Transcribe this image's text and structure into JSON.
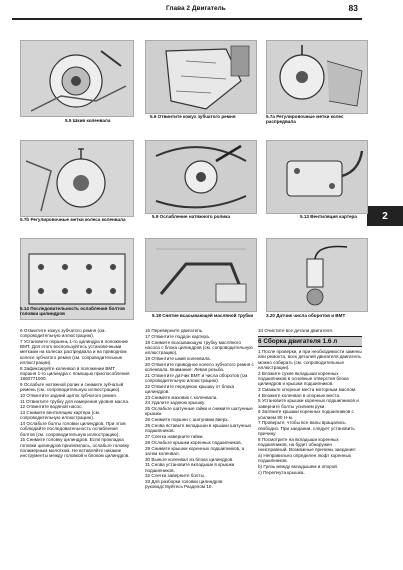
{
  "header": {
    "chapter": "Глава 2 Двигатель",
    "page_number": "83"
  },
  "side_tab": "2",
  "figures": [
    {
      "caption": "5.5 Шкив коленвала"
    },
    {
      "caption": "5.6 Отвинтите кожух зубчатого ремня"
    },
    {
      "caption": "5.7а Регулировочные метки колес распредвала"
    },
    {
      "caption": "5.7b Регулировочные метки колеса коленвала"
    },
    {
      "caption": "5.9 Ослабление натяжного ролика"
    },
    {
      "caption": "5.13 Вентиляция картера"
    },
    {
      "caption": "5.14 Последовательность ослабления болтов головки цилиндров"
    },
    {
      "caption": "5.18 Снятие всасывающей масляной трубки"
    },
    {
      "caption": "3.20 Датчик числа оборотов и ВМТ"
    }
  ],
  "col1": [
    "6 Отвинтите кожух зубчатого ремня (см. сопроводительную иллюстрацию).",
    "7 Установите поршень 1-го цилиндра в положение ВМТ. Для этого воспользуйтесь установочными метками на колесах распредвала и на приводном колесе зубчатого ремня (см. сопроводительные иллюстрации).",
    "8 Зафиксируйте коленвал в положении ВМТ поршня 1-го цилиндра с помощью приспособления 1860771000.",
    "9 Ослабьте натяжной ролик и снимите зубчатый ремень (см. сопроводительную иллюстрацию).",
    "10 Отвинтите задний щиток зубчатого ремня.",
    "11 Отвинтите трубку для измерения уровня масла.",
    "12 Отвинтите водяной насос.",
    "13 Снимите вентиляцию картера (см. сопроводительную иллюстрацию).",
    "14 Ослабьте болты головки цилиндров. При этом соблюдайте последовательность ослабления болтов (см. сопроводительную иллюстрацию).",
    "15 Снимите головку цилиндров. Если прокладка головки цилиндров прилипилась, ослабьте головку полимерным молотком. Не вставляйте никакие инструменты между головкой и блоком цилиндров."
  ],
  "col2": [
    "16 Переверните двигатель.",
    "17 Отвинтите поддон картера.",
    "18 Снимите всасывающую трубку масляного насоса с блока цилиндров (см. сопроводительную иллюстрацию).",
    "19 Отвинтите шкив коленвала.",
    "20 Отвинтите приводное колесо зубчатого ремня с коленвала. Внимание: Левая резьба.",
    "21 Отвинтите датчик ВМТ и числа оборотов (см. сопроводительную иллюстрацию).",
    "22 Отвинтите переднюю крышку от блока цилиндров.",
    "23 Снимите маховик с коленвала.",
    "24 Удалите заднюю крышку.",
    "25 Ослабьте шатунные гайки и снимите шатунные крышки.",
    "26 Снимите поршни с шатунами вверх.",
    "26 Снова вставьте вкладыши в крышки шатунных подшипников.",
    "27 Слегка наверните гайки.",
    "28 Ослабьте крышки коренных подшипников.",
    "29 Снимите крышки коренных подшипников, а затем коленвал.",
    "30 Выньте коленвал из блока цилиндров.",
    "31 Снова установите вкладыши в крышки подшипников.",
    "32 Слегка заверните болты.",
    "33 Для разборки головки цилиндров руководствуйтесь Разделом 10."
  ],
  "col3": {
    "intro": "34 Очистите все детали двигателя.",
    "section_title": "6 Сборка двигателя 1.6 л",
    "items": [
      "1 После проверки, и при необходимости замены или ремонта, всех деталей двигателя двигатель можно собирать (см. сопроводительные иллюстрации).",
      "2 Вложите сухие вкладыши коренных подшипников в основные отверстия блока цилиндров и крышки подшипников.",
      "3 Смажьте опорные места моторным маслом.",
      "4 Вложите коленвал в опорные места.",
      "5 Установите крышки коренных подшипников и заверните болты усилием руки.",
      "6 Затяните крышки коренных подшипников с усилием 80 Н·м.",
      "7 Проверьте, чтобы все валы вращались свободно. При заедании, следует установить причину.",
      "8 Посмотрите на вкладыши коренных подшипников, на будет обнаружен неисправный. Возможные причины заедания:"
    ],
    "hints": [
      "а) Неправильно определен люфт коренных подшипников.",
      "b) Грязь между вкладышем и опорой.",
      "с) Перепнута крышка."
    ]
  }
}
